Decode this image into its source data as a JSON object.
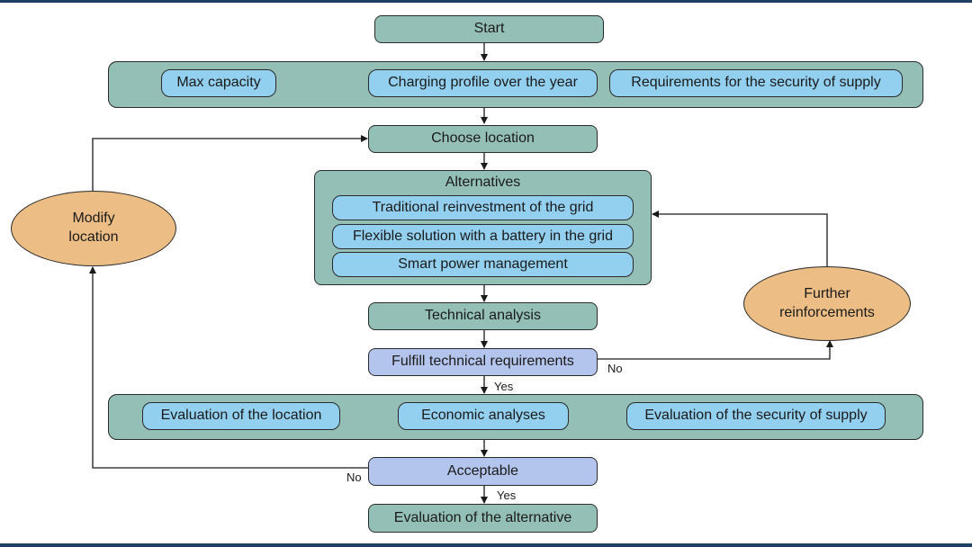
{
  "nodes": {
    "start": "Start",
    "inputs": [
      "Max capacity",
      "Charging profile over the year",
      "Requirements for the security of supply"
    ],
    "choose_location": "Choose location",
    "alternatives_title": "Alternatives",
    "alternatives": [
      "Traditional reinvestment of the grid",
      "Flexible solution with a battery in the grid",
      "Smart power management"
    ],
    "technical_analysis": "Technical analysis",
    "fulfill": "Fulfill technical requirements",
    "evaluations": [
      "Evaluation of the location",
      "Economic analyses",
      "Evaluation of the security of supply"
    ],
    "acceptable": "Acceptable",
    "evaluation_alternative": "Evaluation of the alternative",
    "modify_location": "Modify\nlocation",
    "further_reinforcements": "Further\nreinforcements"
  },
  "edge_labels": {
    "fulfill_no": "No",
    "fulfill_yes": "Yes",
    "acceptable_no": "No",
    "acceptable_yes": "Yes"
  },
  "colors": {
    "process": "#93bfb6",
    "item": "#93d0f0",
    "decision": "#b3c5ec",
    "loop": "#ecbd85",
    "frame": "#1f3f66"
  }
}
